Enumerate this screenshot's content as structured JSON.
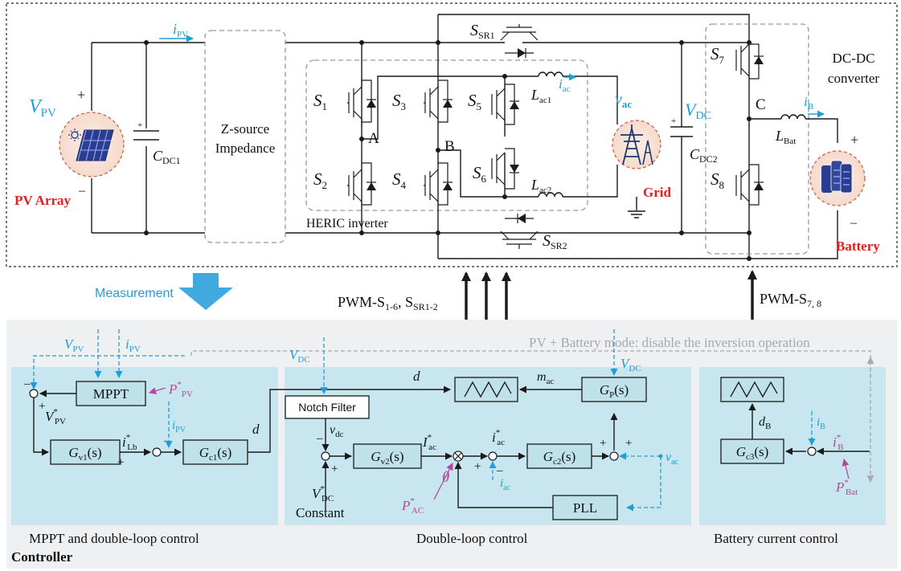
{
  "colors": {
    "accent_blue": "#1f9fd8",
    "label_red": "#e0201b",
    "reference_pink": "#b3489a",
    "panel_blue": "#c8e6ef",
    "controller_bg": "#eef0f1"
  },
  "power": {
    "vpv": "V",
    "vpv_sub": "PV",
    "ipv": "i",
    "ipv_sub": "PV",
    "pv_array": "PV Array",
    "cdc1": "C",
    "cdc1_sub": "DC1",
    "zsource_line1": "Z-source",
    "zsource_line2": "Impedance",
    "s1": "S",
    "s1_sub": "1",
    "s2": "S",
    "s2_sub": "2",
    "s3": "S",
    "s3_sub": "3",
    "s4": "S",
    "s4_sub": "4",
    "s5": "S",
    "s5_sub": "5",
    "s6": "S",
    "s6_sub": "6",
    "s7": "S",
    "s7_sub": "7",
    "s8": "S",
    "s8_sub": "8",
    "ssr1": "S",
    "ssr1_sub": "SR1",
    "ssr2": "S",
    "ssr2_sub": "SR2",
    "node_a": "A",
    "node_b": "B",
    "node_c": "C",
    "heric": "HERIC inverter",
    "iac": "i",
    "iac_sub": "ac",
    "lac1": "L",
    "lac1_sub": "ac1",
    "lac2": "L",
    "lac2_sub": "ac2",
    "vac": "v",
    "vac_sub": "ac",
    "grid": "Grid",
    "vdc": "V",
    "vdc_sub": "DC",
    "cdc2": "C",
    "cdc2_sub": "DC2",
    "dcdc_line1": "DC-DC",
    "dcdc_line2": "converter",
    "ib": "i",
    "ib_sub": "B",
    "lbat": "L",
    "lbat_sub": "Bat",
    "battery": "Battery",
    "plus": "+",
    "minus": "–"
  },
  "signals": {
    "measurement": "Measurement",
    "pwm_left": "PWM-S",
    "pwm_left_sub": "1-6",
    "pwm_left_mid": ", S",
    "pwm_left_sub2": "SR1-2",
    "pwm_right": "PWM-S",
    "pwm_right_sub": "7, 8"
  },
  "controller": {
    "mode_note": "PV + Battery mode: disable the inversion operation",
    "controller_title": "Controller",
    "mppt_block": "MPPT",
    "gv1": "G",
    "gv1_sub": "v1",
    "gv1_tail": "(s)",
    "gc1": "G",
    "gc1_sub": "c1",
    "gc1_tail": "(s)",
    "mppt_vpv": "V",
    "mppt_vpv_sub": "PV",
    "mppt_ipv": "i",
    "mppt_ipv_sub": "PV",
    "mppt_ipv2": "i",
    "mppt_ipv2_sub": "PV",
    "ppv_ref": "P",
    "ppv_ref_sub": "PV",
    "star": "*",
    "vpv_ref": "V",
    "vpv_ref_sub": "PV",
    "ilb_ref": "i",
    "ilb_ref_sub": "Lb",
    "d_left": "d",
    "caption_left": "MPPT and double-loop control",
    "notch": "Notch Filter",
    "vdc_meas": "V",
    "vdc_meas_sub": "DC",
    "vdc_lower": "v",
    "vdc_lower_sub": "dc",
    "gv2": "G",
    "gv2_sub": "v2",
    "gv2_tail": "(s)",
    "iac_ref_big": "I",
    "iac_ref_big_sub": "ac",
    "iac_ref": "i",
    "iac_ref_sub": "ac",
    "iac_meas": "i",
    "iac_meas_sub": "ac",
    "gc2": "G",
    "gc2_sub": "c2",
    "gc2_tail": "(s)",
    "gp": "G",
    "gp_sub": "P",
    "gp_tail": "(s)",
    "vdc_gp": "V",
    "vdc_gp_sub": "DC",
    "mac": "m",
    "mac_sub": "ac",
    "d_mid": "d",
    "theta": "θ",
    "pac_ref": "P",
    "pac_ref_sub": "AC",
    "vdc_ref": "V",
    "vdc_ref_sub": "DC",
    "constant": "Constant",
    "pll": "PLL",
    "vac_in": "v",
    "vac_in_sub": "ac",
    "caption_mid": "Double-loop control",
    "gc3": "G",
    "gc3_sub": "c3",
    "gc3_tail": "(s)",
    "db": "d",
    "db_sub": "B",
    "ib_meas": "i",
    "ib_meas_sub": "B",
    "ib_ref": "i",
    "ib_ref_sub": "B",
    "pbat_ref": "P",
    "pbat_ref_sub": "Bat",
    "caption_right": "Battery current control"
  }
}
